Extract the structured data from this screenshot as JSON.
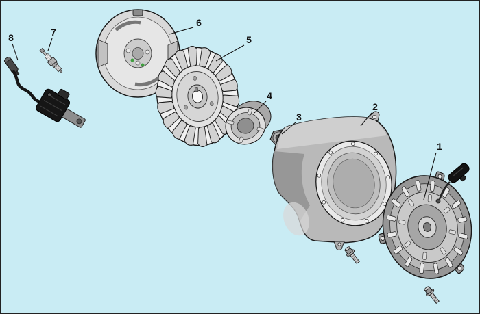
{
  "page": {
    "type": "exploded-parts-diagram",
    "background_color": "#c9ecf4",
    "line_color": "#1a1a1a",
    "accent_green": "#3f9e3f"
  },
  "callouts": [
    {
      "number": "1",
      "part": "recoil-starter-assembly"
    },
    {
      "number": "2",
      "part": "fan-cover-housing"
    },
    {
      "number": "3",
      "part": "flywheel-nut"
    },
    {
      "number": "4",
      "part": "starter-pulley-cup"
    },
    {
      "number": "5",
      "part": "flywheel-fan"
    },
    {
      "number": "6",
      "part": "flywheel-rotor"
    },
    {
      "number": "7",
      "part": "spark-plug"
    },
    {
      "number": "8",
      "part": "ignition-coil"
    }
  ]
}
